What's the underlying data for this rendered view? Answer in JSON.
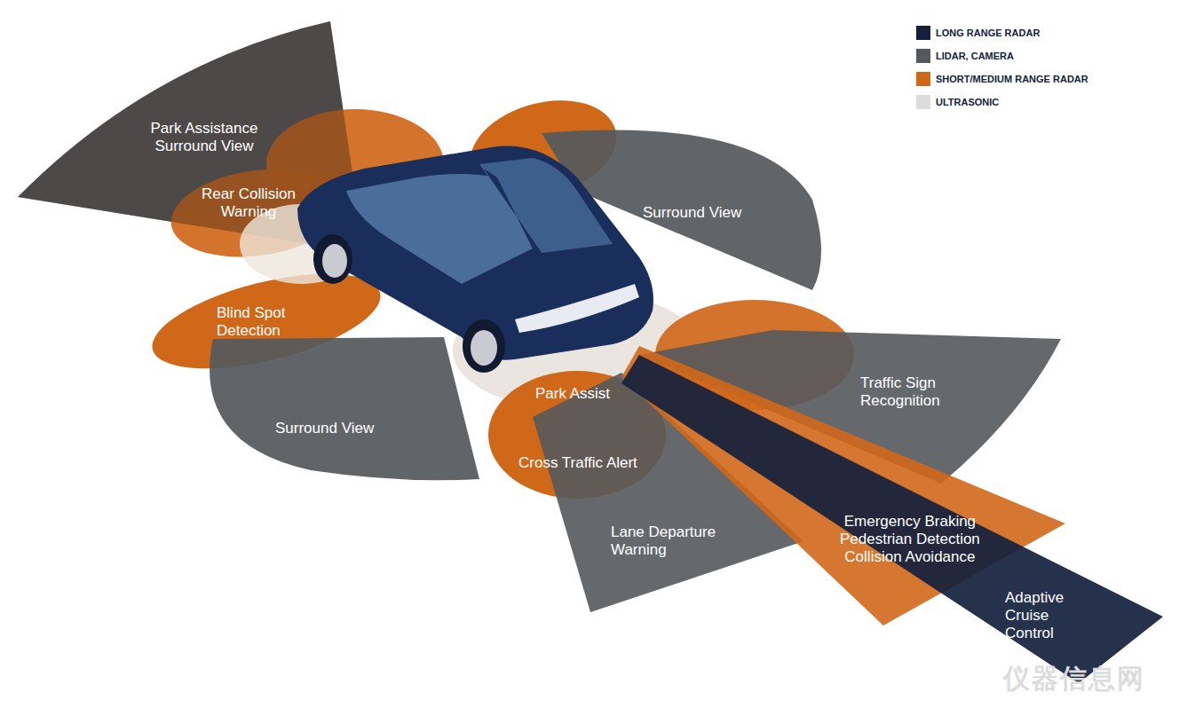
{
  "diagram": {
    "nodes": [
      {
        "text": [
          "Park Assistance Surround View"
        ]
      },
      {
        "text": [
          "Rear Collision Warning"
        ]
      },
      {
        "text": [
          "Surround View"
        ]
      },
      {
        "text": [
          "Blind Spot Detection"
        ]
      },
      {
        "text": [
          "Park Assist"
        ]
      },
      {
        "text": [
          "Traffic Sign Recognition"
        ]
      },
      {
        "text": [
          "Surround View"
        ]
      },
      {
        "text": [
          "Cross Traffic Alert"
        ]
      },
      {
        "text": [
          "Lane Departure Warning"
        ]
      },
      {
        "text": [
          "Emergency Braking",
          "Pedestrian Detection",
          "Collision Avoidance"
        ]
      },
      {
        "text": [
          "Adaptive Cruise Control"
        ]
      }
    ],
    "labels": [
      "仪器信息网"
    ],
    "legend": [
      {
        "text": "LONG RANGE RADAR",
        "color": "#14213d"
      },
      {
        "text": "LIDAR, CAMERA",
        "color": "#55595c"
      },
      {
        "text": "SHORT/MEDIUM RANGE RADAR",
        "color": "#d0681a"
      },
      {
        "text": "ULTRASONIC",
        "color": "#dcdcdc"
      }
    ]
  }
}
